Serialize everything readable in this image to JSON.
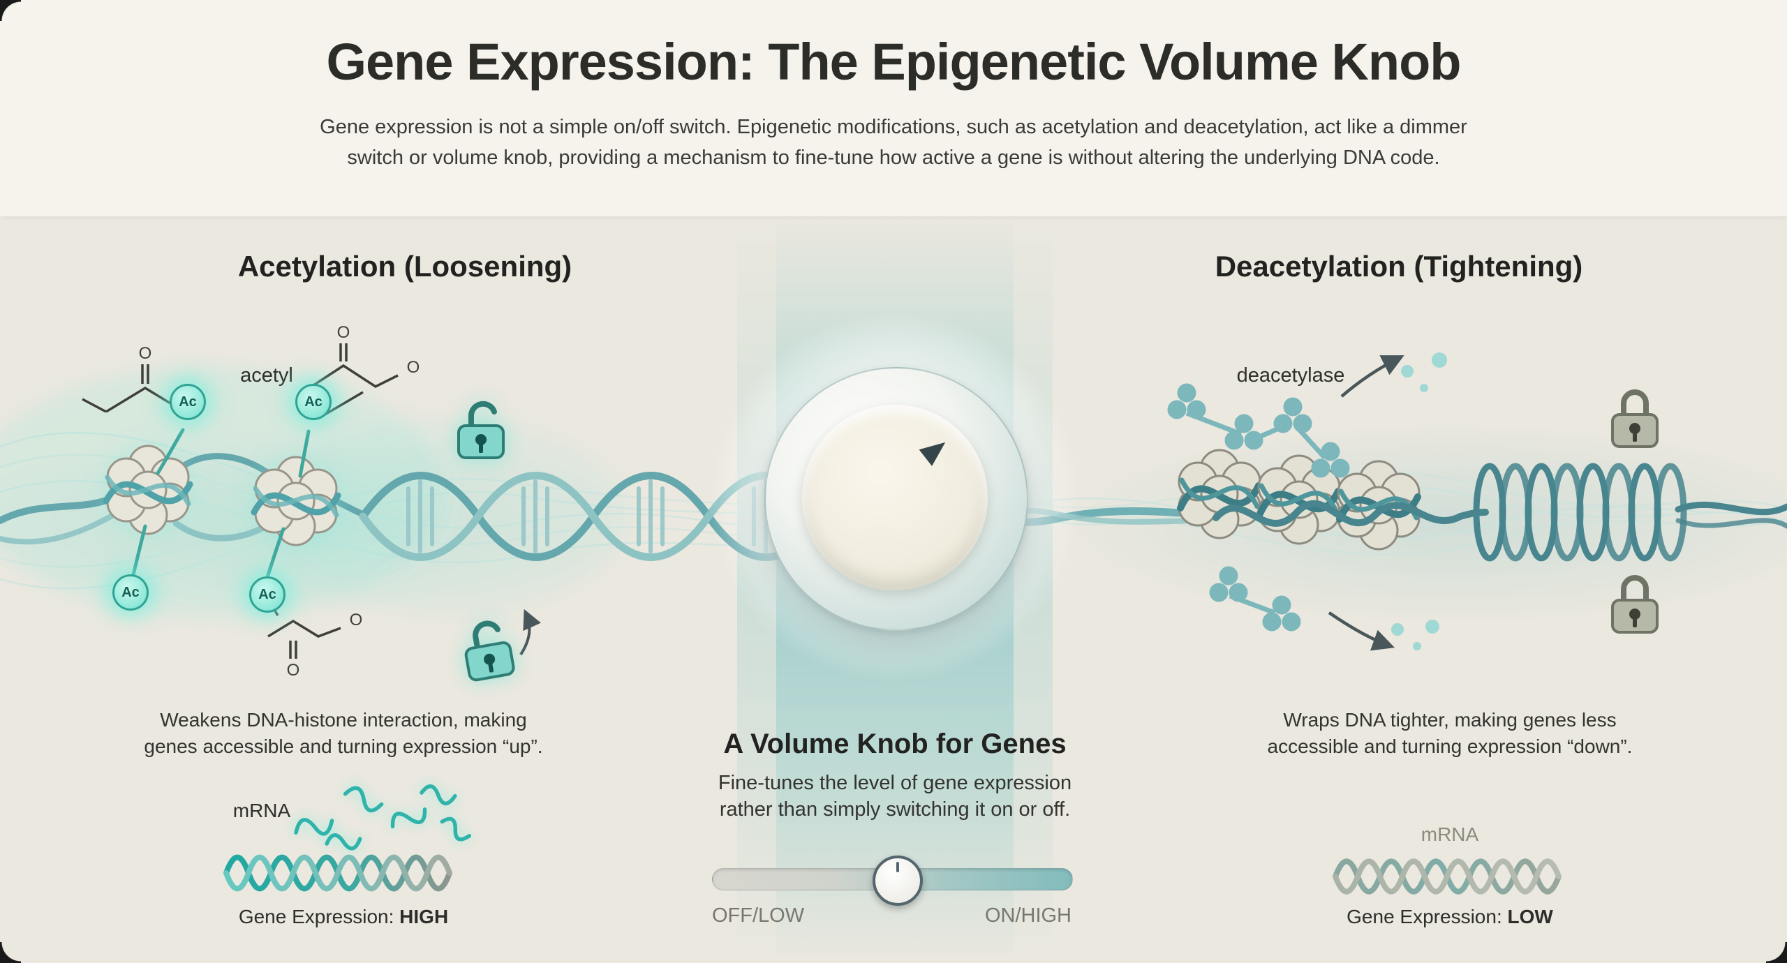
{
  "header": {
    "title": "Gene Expression: The Epigenetic Volume Knob",
    "subtitle_line1": "Gene expression is not a simple on/off switch. Epigenetic modifications, such as acetylation and deacetylation, act like a dimmer",
    "subtitle_line2": "switch or volume knob, providing a mechanism to fine-tune how active a gene is without altering the underlying DNA code."
  },
  "acetylation": {
    "heading": "Acetylation (Loosening)",
    "acetyl_label": "acetyl",
    "ac_badge": "Ac",
    "description_line1": "Weakens DNA-histone interaction, making",
    "description_line2": "genes accessible and turning expression “up”.",
    "mrna_label": "mRNA",
    "expression_label": "Gene Expression:",
    "expression_value": "HIGH"
  },
  "deacetylation": {
    "heading": "Deacetylation (Tightening)",
    "deacetylase_label": "deacetylase",
    "description_line1": "Wraps DNA tighter, making genes less",
    "description_line2": "accessible and turning expression “down”.",
    "mrna_label": "mRNA",
    "expression_label": "Gene Expression:",
    "expression_value": "LOW"
  },
  "volume_knob": {
    "heading": "A Volume Knob for Genes",
    "description_line1": "Fine-tunes the level of gene expression",
    "description_line2": "rather than simply switching it on or off.",
    "slider_left_label": "OFF/LOW",
    "slider_right_label": "ON/HIGH",
    "slider_position_percent": 51
  },
  "chemistry": {
    "oxygen_label": "O"
  },
  "colors": {
    "background_top": "#f5f3ec",
    "background_main": "#ebe8df",
    "teal_accent": "#6fb0b5",
    "teal_glow": "#8ff0e0",
    "dark_teal": "#3c7d86",
    "text_dark": "#2c2c29"
  }
}
